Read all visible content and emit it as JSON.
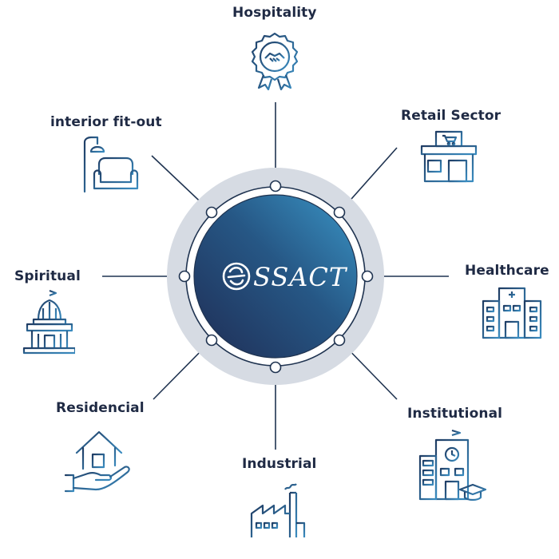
{
  "center": {
    "logo_text": "SSACT"
  },
  "sectors": [
    {
      "id": "hospitality",
      "label": "Hospitality",
      "icon": "handshake-award-icon"
    },
    {
      "id": "retail",
      "label": "Retail Sector",
      "icon": "storefront-icon"
    },
    {
      "id": "healthcare",
      "label": "Healthcare",
      "icon": "hospital-icon"
    },
    {
      "id": "institutional",
      "label": "Institutional",
      "icon": "school-building-icon"
    },
    {
      "id": "industrial",
      "label": "Industrial",
      "icon": "factory-icon"
    },
    {
      "id": "residencial",
      "label": "Residencial",
      "icon": "house-in-hand-icon"
    },
    {
      "id": "spiritual",
      "label": "Spiritual",
      "icon": "temple-icon"
    },
    {
      "id": "interior",
      "label": "interior fit-out",
      "icon": "sofa-lamp-icon"
    }
  ],
  "colors": {
    "navy": "#1f3c63",
    "accent": "#3a8cc0",
    "ring": "#d6dbe3",
    "text": "#1f2a44",
    "line": "#1f3350"
  }
}
